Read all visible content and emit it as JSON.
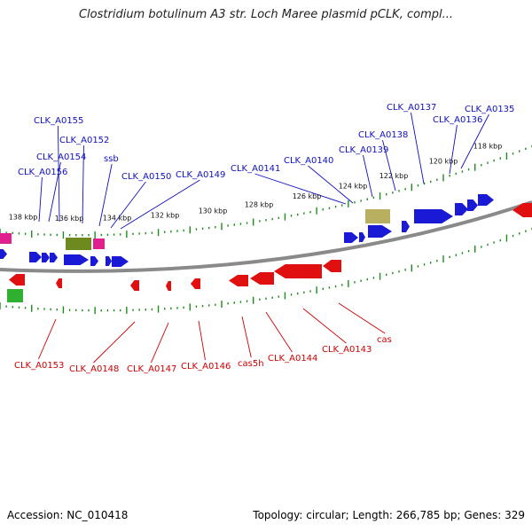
{
  "title": "Clostridium botulinum A3 str. Loch Maree plasmid pCLK, compl...",
  "footer": {
    "accession": "Accession: NC_010418",
    "summary": "Topology: circular; Length: 266,785 bp; Genes: 329"
  },
  "colors": {
    "forward": "#1a1ad6",
    "reverse": "#e01010",
    "ticks": "#1e8c1e",
    "backbone": "#8a8a8a",
    "label_top": "#1010c0",
    "label_bottom": "#cc0000",
    "olive": "#6e8a1e",
    "khaki": "#b8b060",
    "magenta": "#e0208c",
    "green": "#30b030"
  },
  "scale_labels": [
    "138 kbp",
    "136 kbp",
    "134 kbp",
    "132 kbp",
    "130 kbp",
    "128 kbp",
    "126 kbp",
    "124 kbp",
    "122 kbp",
    "120 kbp",
    "118 kbp"
  ],
  "top_genes": [
    "CLK_A0156",
    "CLK_A0154",
    "CLK_A0155",
    "CLK_A0152",
    "ssb",
    "CLK_A0150",
    "CLK_A0149",
    "CLK_A0141",
    "CLK_A0140",
    "CLK_A0139",
    "CLK_A0138",
    "CLK_A0137",
    "CLK_A0136",
    "CLK_A0135"
  ],
  "bottom_genes": [
    "CLK_A0153",
    "CLK_A0148",
    "CLK_A0147",
    "CLK_A0146",
    "cas5h",
    "CLK_A0144",
    "CLK_A0143",
    "cas"
  ]
}
